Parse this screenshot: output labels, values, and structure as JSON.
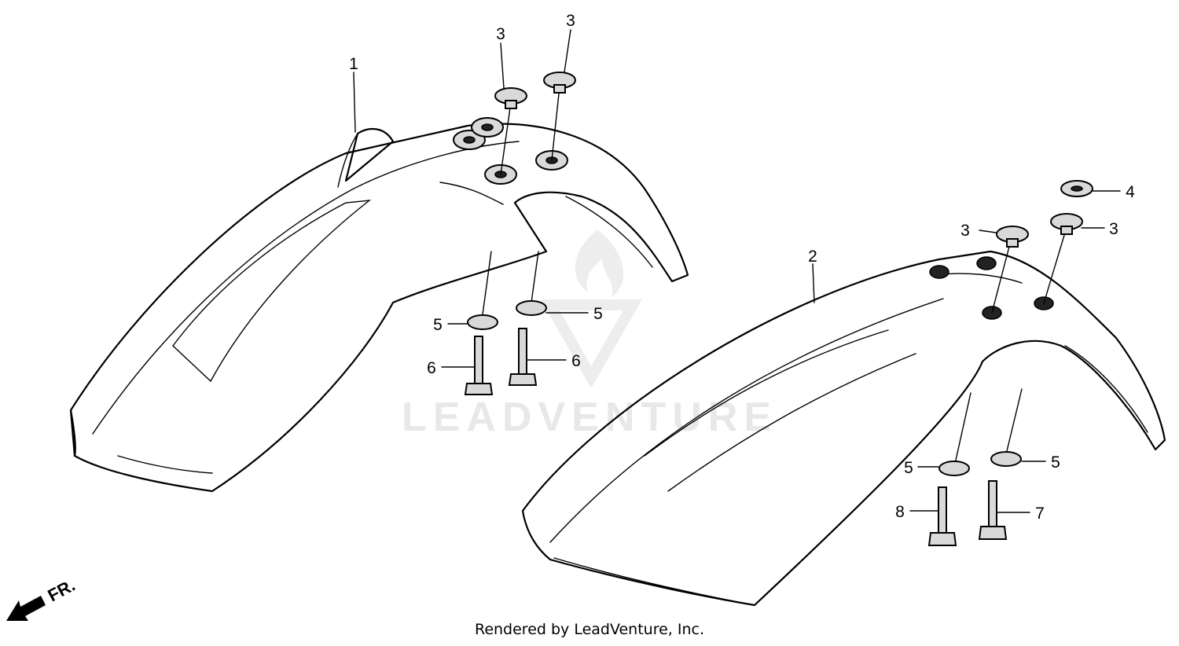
{
  "callouts": [
    "1",
    "2",
    "3",
    "3",
    "3",
    "3",
    "4",
    "5",
    "5",
    "5",
    "5",
    "6",
    "6",
    "7",
    "8"
  ],
  "direction_marker": "FR.",
  "watermark": "LEADVENTURE",
  "footer": "Rendered by LeadVenture, Inc."
}
